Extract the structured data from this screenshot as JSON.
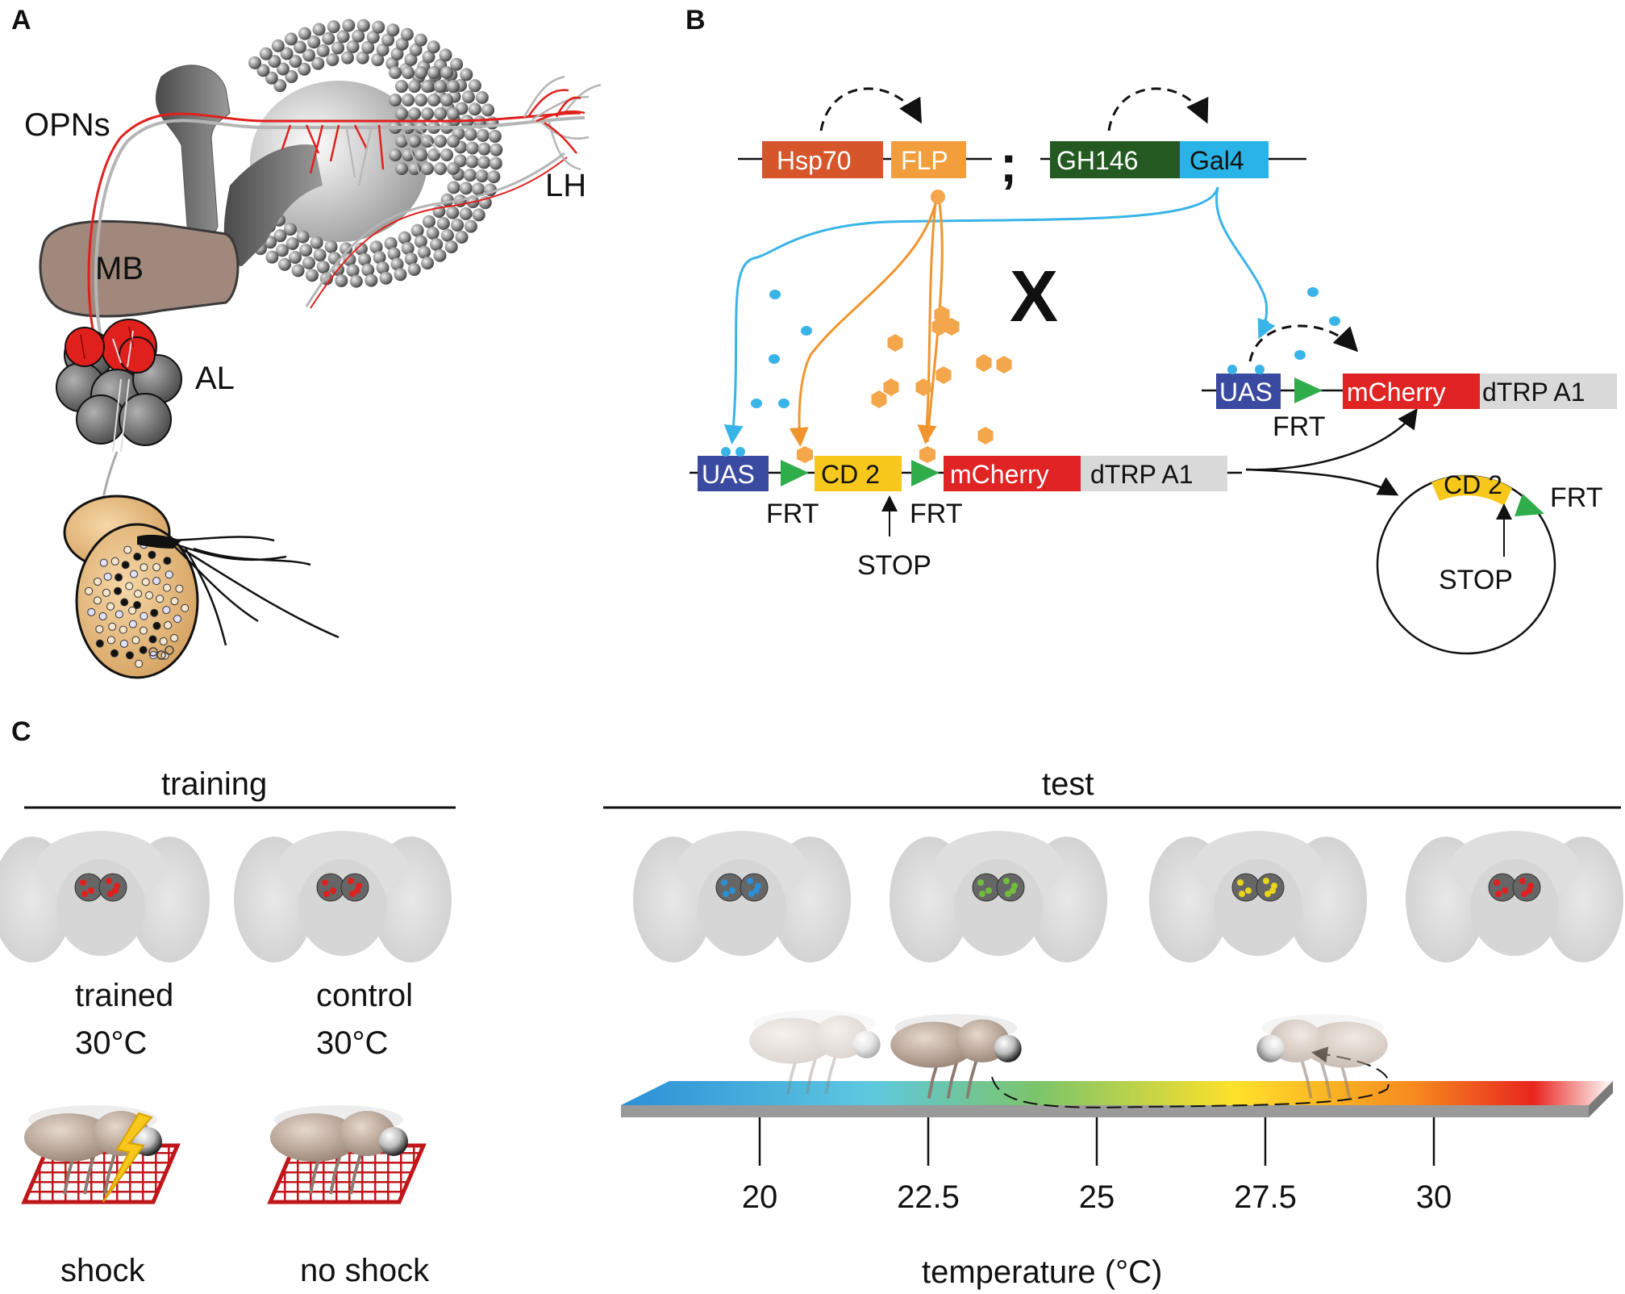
{
  "panels": {
    "a": {
      "letter": "A",
      "labels": {
        "opns": "OPNs",
        "lh": "LH",
        "mb": "MB",
        "al": "AL"
      }
    },
    "b": {
      "letter": "B",
      "cross_symbol": "X",
      "separator": ";",
      "driver": {
        "hsp70": "Hsp70",
        "flp": "FLP",
        "gh146": "GH146",
        "gal4": "Gal4"
      },
      "reporter": {
        "uas": "UAS",
        "frt_1": "FRT",
        "cd2": "CD 2",
        "frt_2": "FRT",
        "stop": "STOP",
        "mcherry": "mCherry",
        "dtrpa1": "dTRP A1"
      },
      "product": {
        "uas": "UAS",
        "frt": "FRT",
        "mcherry": "mCherry",
        "dtrpa1": "dTRP A1"
      },
      "excised": {
        "cd2": "CD 2",
        "frt": "FRT",
        "stop": "STOP"
      }
    },
    "c": {
      "letter": "C",
      "training": {
        "title": "training",
        "trained": {
          "line1": "trained",
          "line2": "30°C",
          "condition": "shock"
        },
        "control": {
          "line1": "control",
          "line2": "30°C",
          "condition": "no shock"
        }
      },
      "test": {
        "title": "test",
        "glomeruli_colors": [
          "#2a8fd6",
          "#6fbf3a",
          "#e8d51c",
          "#e02020"
        ],
        "ticks": [
          "20",
          "22.5",
          "25",
          "27.5",
          "30"
        ],
        "axis_label": "temperature (°C)"
      }
    }
  },
  "colors": {
    "hsp70": "#d7552b",
    "flp": "#f29e3d",
    "gh146": "#245a22",
    "gal4": "#2ab3e6",
    "uas": "#3a4aa0",
    "cd2": "#f7c81b",
    "frt": "#2fad4a",
    "mcherry": "#e02424",
    "dtrpa1": "#d9d9d9",
    "gal4_protein": "#39b4e8",
    "flp_protein": "#f4a64a",
    "opn_red": "#e0201d",
    "mb_brown": "#a0887c",
    "shock_grid": "#c0161a"
  }
}
